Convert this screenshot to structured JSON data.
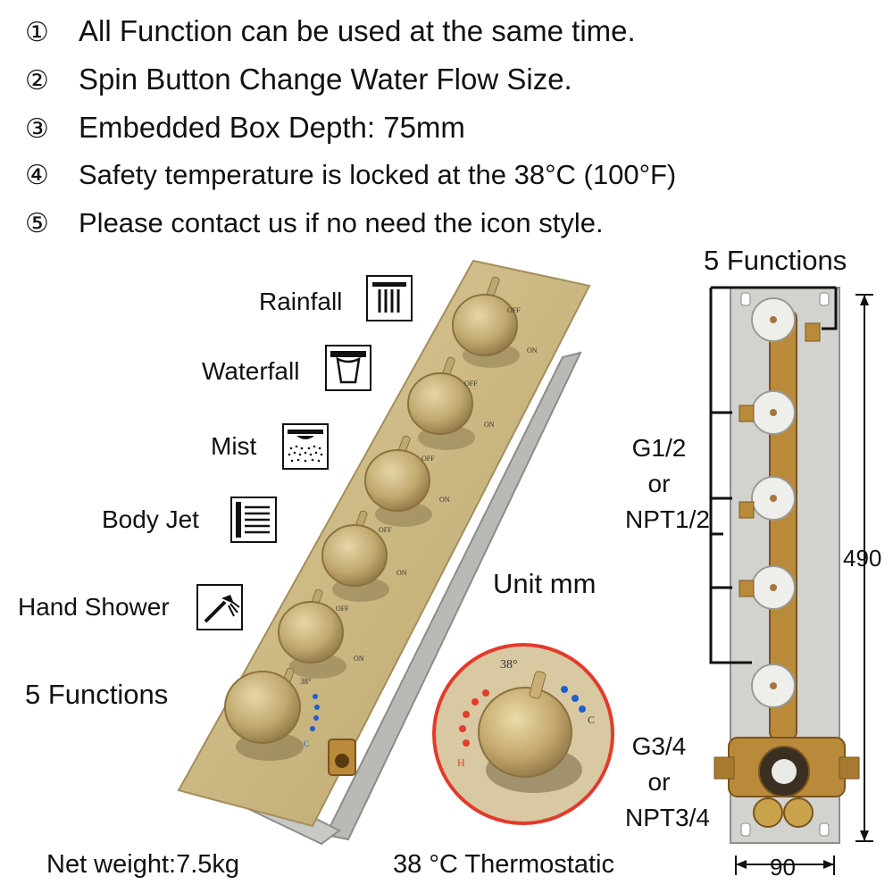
{
  "features": [
    {
      "num": "①",
      "text": "All Function can be used at the same time."
    },
    {
      "num": "②",
      "text": "Spin Button Change Water Flow Size."
    },
    {
      "num": "③",
      "text": "Embedded Box Depth: 75mm"
    },
    {
      "num": "④",
      "text": "Safety temperature is locked at the 38°C (100°F)"
    },
    {
      "num": "⑤",
      "text": "Please contact us if no need the icon style."
    }
  ],
  "functions": {
    "rainfall": "Rainfall",
    "waterfall": "Waterfall",
    "mist": "Mist",
    "body_jet": "Body Jet",
    "hand_shower": "Hand Shower"
  },
  "left_functions_count": "5 Functions",
  "right_functions_count": "5 Functions",
  "valve_marks": {
    "off": "OFF",
    "on": "ON"
  },
  "thermo_marks": {
    "temp": "38°",
    "hot": "H",
    "cold": "C"
  },
  "unit": "Unit mm",
  "connection_small": {
    "line1": "G1/2",
    "line2": "or",
    "line3": "NPT1/2"
  },
  "connection_large": {
    "line1": "G3/4",
    "line2": "or",
    "line3": "NPT3/4"
  },
  "dim_height": "490",
  "dim_width": "90",
  "net_weight": "Net weight:7.5kg",
  "thermostatic": "38 °C Thermostatic",
  "colors": {
    "gold": "#c9b27a",
    "gold_dark": "#9c8552",
    "red": "#e53b2e",
    "blue": "#1f5fd1"
  }
}
